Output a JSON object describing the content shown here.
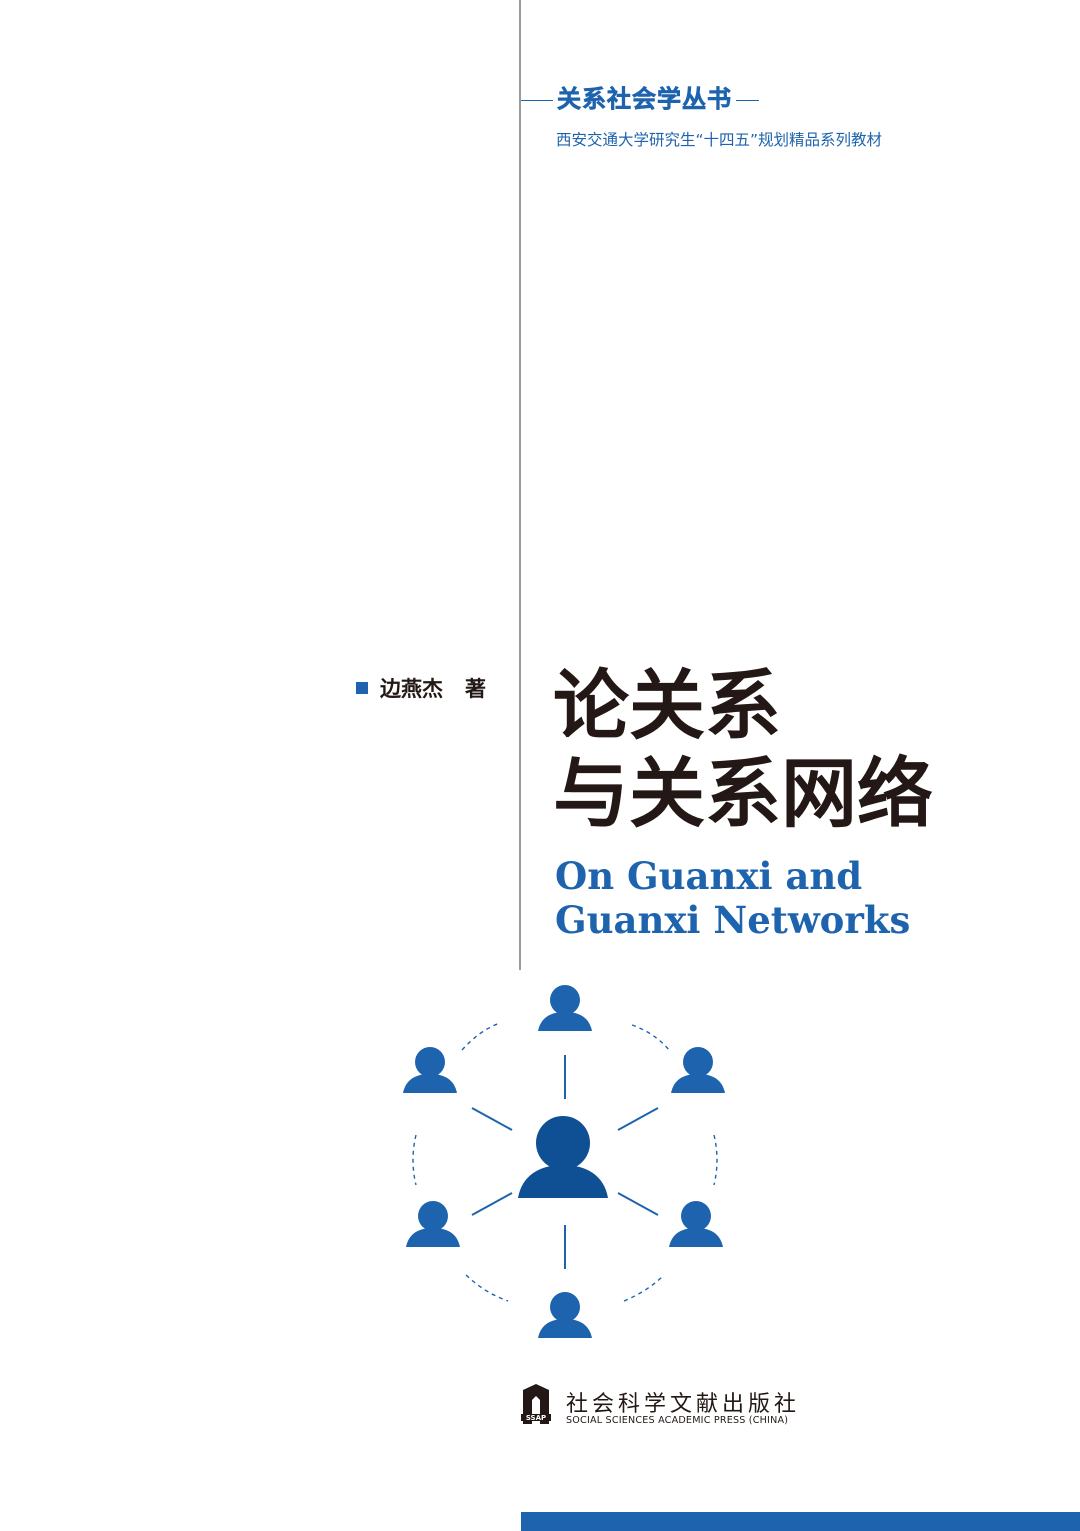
{
  "series": {
    "title": "关系社会学丛书",
    "subtitle": "西安交通大学研究生“十四五”规划精品系列教材"
  },
  "author": {
    "name": "边燕杰",
    "role": "著"
  },
  "title": {
    "zh_line1": "论关系",
    "zh_line2": "与关系网络",
    "en_line1": "On Guanxi and",
    "en_line2": "Guanxi Networks"
  },
  "illustration": {
    "icon": "people-network-icon",
    "colors": {
      "center": "#0f4f94",
      "outer": "#1e63ad",
      "links": "#1e63ad"
    }
  },
  "publisher": {
    "logo_text": "SSAP",
    "name_zh": "社会科学文献出版社",
    "name_en": "SOCIAL SCIENCES ACADEMIC PRESS (CHINA)"
  },
  "colors": {
    "accent": "#1e63ad",
    "text": "#231815",
    "divider": "#9a9a9a"
  }
}
